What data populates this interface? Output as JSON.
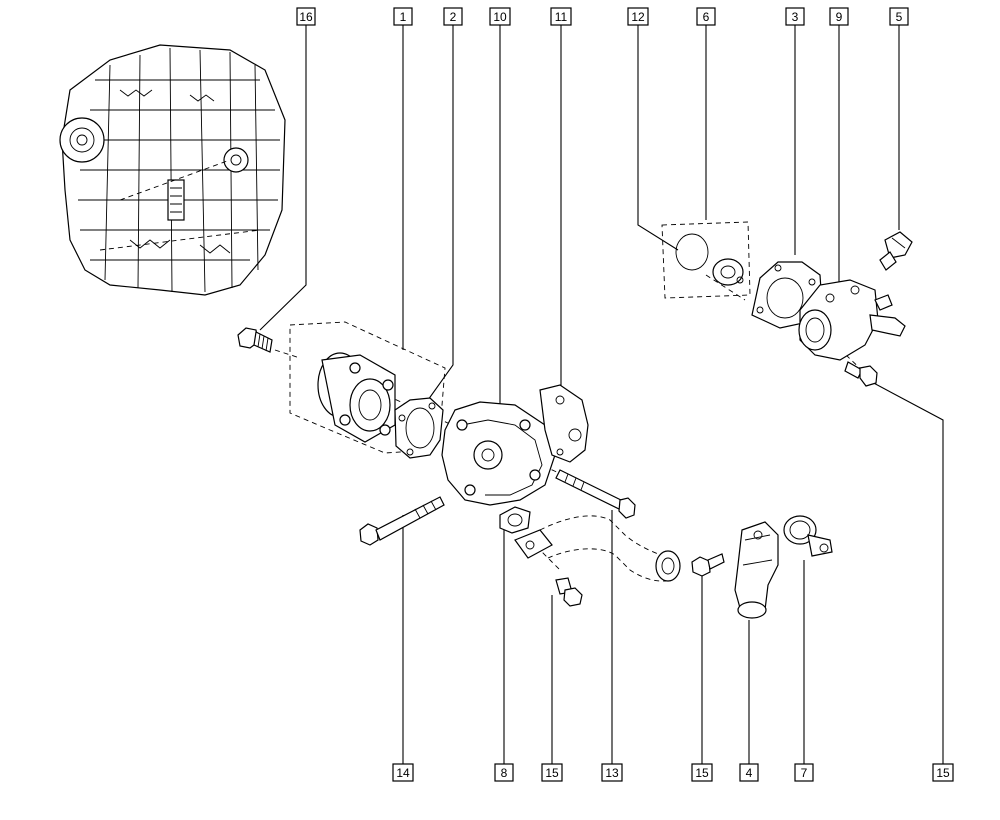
{
  "callouts_top": [
    "16",
    "1",
    "2",
    "10",
    "11",
    "12",
    "6",
    "3",
    "9",
    "5"
  ],
  "callouts_bottom": [
    "14",
    "8",
    "15",
    "13",
    "15",
    "4",
    "7",
    "15"
  ],
  "engine_thumbnail": "engine-assembly-illustration"
}
